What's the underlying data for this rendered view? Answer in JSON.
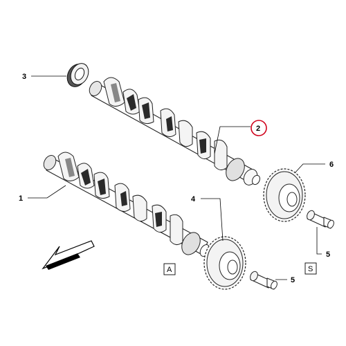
{
  "callouts": {
    "c1": "1",
    "c2": "2",
    "c3": "3",
    "c4": "4",
    "c5a": "5",
    "c5b": "5",
    "c6": "6"
  },
  "box_labels": {
    "a": "A",
    "s": "S"
  },
  "colors": {
    "highlight": "#d0021b",
    "line": "#000000"
  }
}
